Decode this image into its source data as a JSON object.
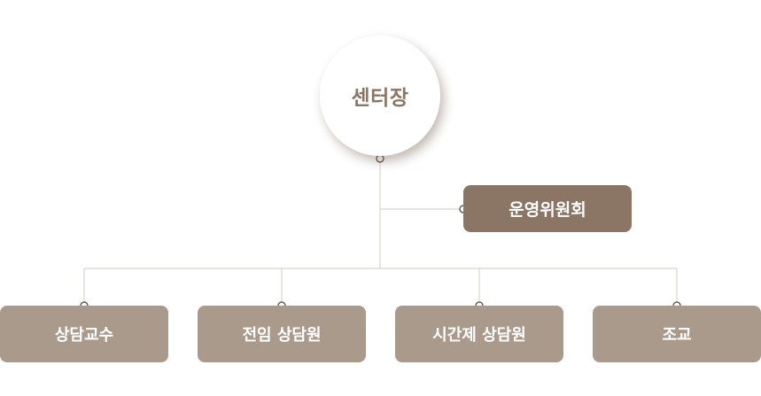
{
  "org_chart": {
    "root": {
      "label": "센터장"
    },
    "committee": {
      "label": "운영위원회"
    },
    "staff": [
      {
        "label": "상담교수"
      },
      {
        "label": "전임 상담원"
      },
      {
        "label": "시간제 상담원"
      },
      {
        "label": "조교"
      }
    ]
  },
  "colors": {
    "root_text": "#8b7565",
    "committee_fill": "#8b7565",
    "staff_fill": "#a99a8c",
    "connector_line": "#d9d4cf",
    "connector_dot_stroke": "#6e5a4c"
  }
}
